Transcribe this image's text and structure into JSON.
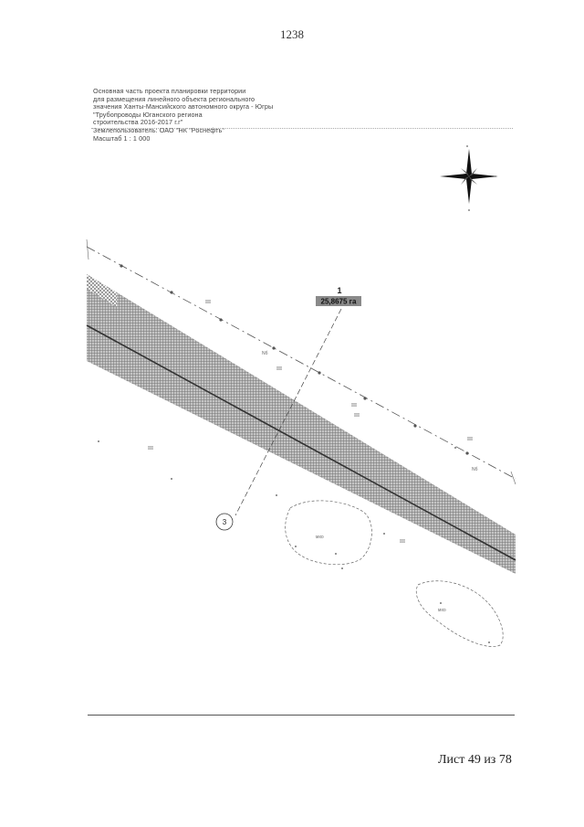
{
  "page_number": "1238",
  "header": {
    "lines": [
      "Основная часть проекта планировки территории",
      "для размещения линейного объекта регионального",
      "значения Ханты-Мансийского автономного округа - Югры",
      "\"Трубопроводы Юганского региона",
      "строительства 2016-2017 г.г\"",
      "Землепользователь: ОАО \"НК \"Роснефть\"",
      "Масштаб 1 : 1 000"
    ]
  },
  "map": {
    "parcel_number": "1",
    "parcel_area": "25,8675 га",
    "callout_number": "3",
    "roman_labels": [
      "III",
      "III",
      "III",
      "III",
      "III",
      "III",
      "III"
    ],
    "small_labels": [
      "Nб",
      "Nб",
      "мхо",
      "мхо"
    ],
    "colors": {
      "hatch": "#7a7a7a",
      "line": "#333333",
      "label_bg": "#8a8a8a"
    }
  },
  "footer": {
    "sheet": "Лист 49 из 78"
  }
}
